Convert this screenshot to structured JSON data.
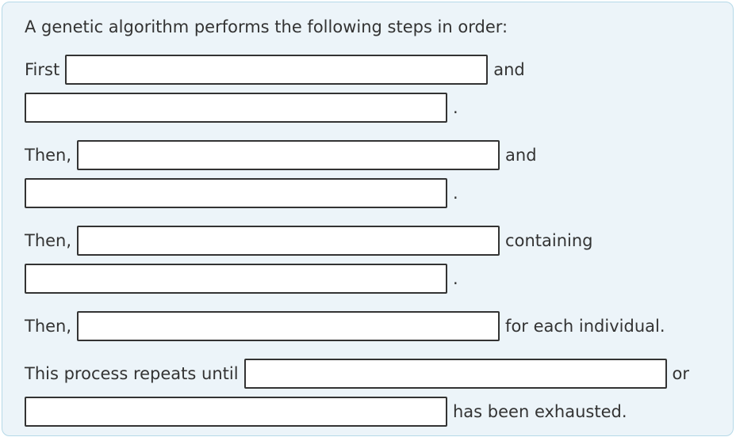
{
  "card": {
    "background_color": "#ecf4f9",
    "border_color": "#b5d9e8",
    "input_border_color": "#333333",
    "text_color": "#333333",
    "title": "A genetic algorithm performs the following steps in order:",
    "rows": [
      {
        "prefix": "First",
        "suffix": "and",
        "value": ""
      },
      {
        "suffix": ".",
        "value": ""
      },
      {
        "prefix": "Then,",
        "suffix": "and",
        "value": ""
      },
      {
        "suffix": ".",
        "value": ""
      },
      {
        "prefix": "Then,",
        "suffix": "containing",
        "value": ""
      },
      {
        "suffix": ".",
        "value": ""
      },
      {
        "prefix": "Then,",
        "suffix": "for each individual.",
        "value": ""
      },
      {
        "prefix": "This process repeats until",
        "suffix": "or",
        "value": ""
      },
      {
        "suffix": "has been exhausted.",
        "value": ""
      }
    ]
  }
}
